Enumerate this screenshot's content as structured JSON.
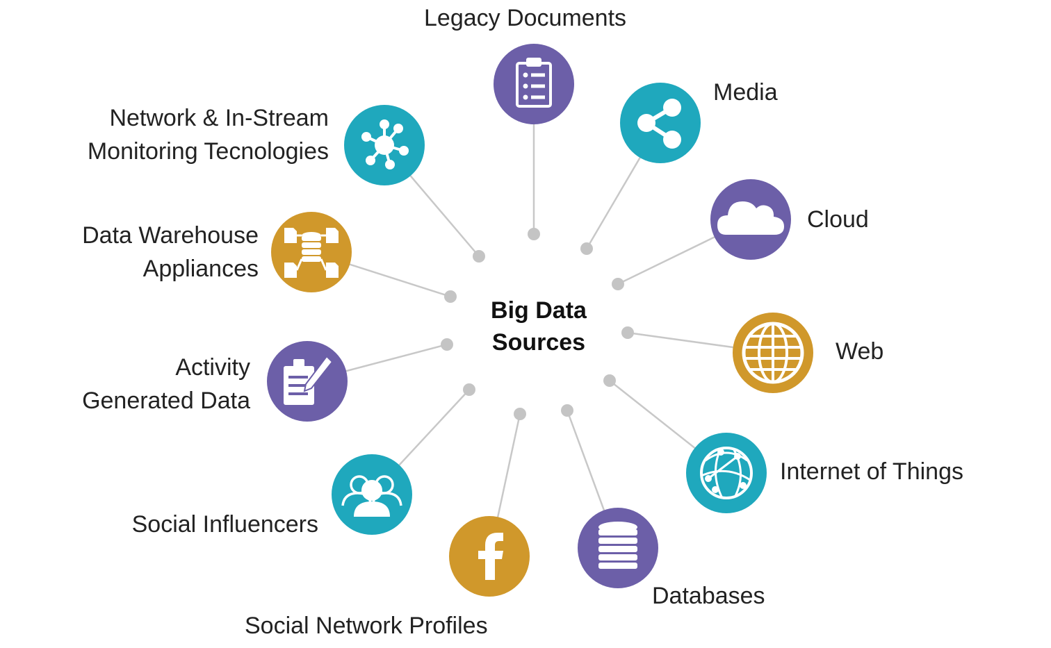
{
  "center": {
    "line1": "Big Data",
    "line2": "Sources"
  },
  "colors": {
    "purple": "#6c5fa8",
    "teal": "#1fa8bd",
    "gold": "#d0982b",
    "connector": "#c8c8c8",
    "dot": "#c4c4c4"
  },
  "nodes": [
    {
      "id": "legacy-documents",
      "lines": [
        "Legacy Documents"
      ],
      "icon": "clipboard-list-icon",
      "color": "purple"
    },
    {
      "id": "media",
      "lines": [
        "Media"
      ],
      "icon": "share-icon",
      "color": "teal"
    },
    {
      "id": "cloud",
      "lines": [
        "Cloud"
      ],
      "icon": "cloud-icon",
      "color": "purple"
    },
    {
      "id": "web",
      "lines": [
        "Web"
      ],
      "icon": "globe-icon",
      "color": "gold"
    },
    {
      "id": "internet-of-things",
      "lines": [
        "Internet of Things"
      ],
      "icon": "network-globe-icon",
      "color": "teal"
    },
    {
      "id": "databases",
      "lines": [
        "Databases"
      ],
      "icon": "database-icon",
      "color": "purple"
    },
    {
      "id": "social-network-profiles",
      "lines": [
        "Social Network Profiles"
      ],
      "icon": "facebook-icon",
      "color": "gold"
    },
    {
      "id": "social-influencers",
      "lines": [
        "Social Influencers"
      ],
      "icon": "people-group-icon",
      "color": "teal"
    },
    {
      "id": "activity-generated-data",
      "lines": [
        "Activity",
        "Generated Data"
      ],
      "icon": "clipboard-pen-icon",
      "color": "purple"
    },
    {
      "id": "data-warehouse-appliances",
      "lines": [
        "Data Warehouse",
        "Appliances"
      ],
      "icon": "data-warehouse-icon",
      "color": "gold"
    },
    {
      "id": "network-in-stream",
      "lines": [
        "Network & In-Stream",
        "Monitoring Tecnologies"
      ],
      "icon": "network-hub-icon",
      "color": "teal"
    }
  ]
}
